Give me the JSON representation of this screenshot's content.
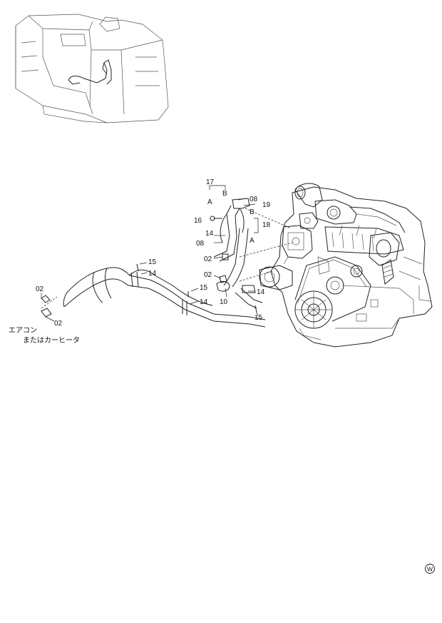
{
  "callouts": {
    "c17": "17",
    "cA_top": "A",
    "cB_top": "B",
    "c08_top": "08",
    "c19": "19",
    "c16": "16",
    "cB_mid": "B",
    "c18": "18",
    "c14_left": "14",
    "cA_mid": "A",
    "c08_mid": "08",
    "c02_mid": "02",
    "c15_a": "15",
    "c14_a": "14",
    "c02_b": "02",
    "c15_b": "15",
    "c14_b": "14",
    "c10": "10",
    "c14_c": "14",
    "c15_c": "15",
    "c02_left_top": "02",
    "c02_left_bot": "02"
  },
  "notes": {
    "aircon": "エアコン",
    "carheater": "またはカーヒータ"
  },
  "mark": {
    "symbol": "W"
  }
}
